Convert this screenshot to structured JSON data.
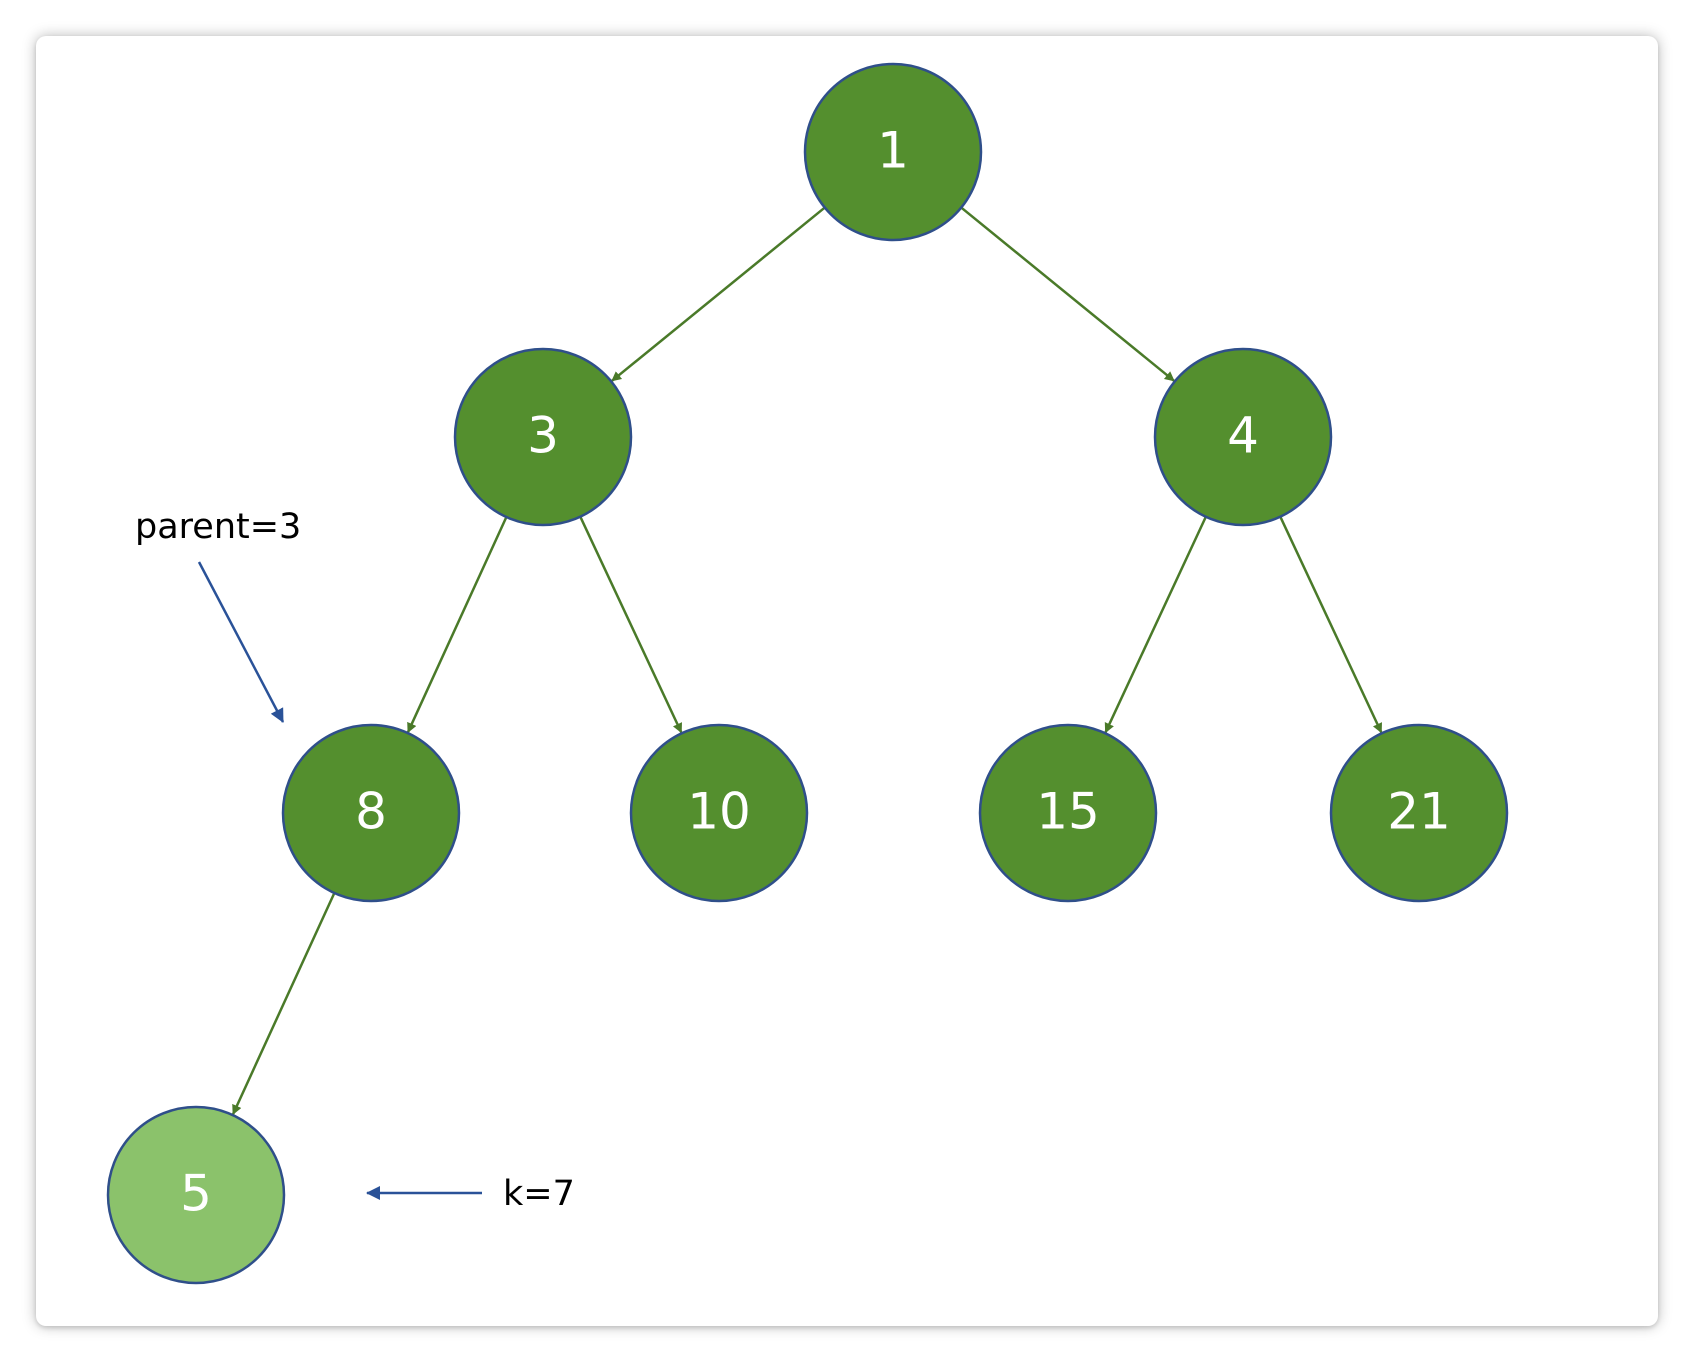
{
  "diagram": {
    "nodes": [
      {
        "id": "n1",
        "label": "1",
        "highlight": false
      },
      {
        "id": "n3",
        "label": "3",
        "highlight": false
      },
      {
        "id": "n4",
        "label": "4",
        "highlight": false
      },
      {
        "id": "n8",
        "label": "8",
        "highlight": false
      },
      {
        "id": "n10",
        "label": "10",
        "highlight": false
      },
      {
        "id": "n15",
        "label": "15",
        "highlight": false
      },
      {
        "id": "n21",
        "label": "21",
        "highlight": false
      },
      {
        "id": "n5",
        "label": "5",
        "highlight": true
      }
    ],
    "edges": [
      {
        "from": "n1",
        "to": "n3"
      },
      {
        "from": "n1",
        "to": "n4"
      },
      {
        "from": "n3",
        "to": "n8"
      },
      {
        "from": "n3",
        "to": "n10"
      },
      {
        "from": "n4",
        "to": "n15"
      },
      {
        "from": "n4",
        "to": "n21"
      },
      {
        "from": "n8",
        "to": "n5"
      }
    ],
    "annotations": {
      "parent_label": "parent=3",
      "k_label": "k=7"
    },
    "colors": {
      "node_fill": "#548f2e",
      "node_highlight_fill": "#8bc26b",
      "node_stroke": "#2f4f8a",
      "edge": "#4a7a29",
      "pointer_arrow": "#2a5298",
      "node_text": "#ffffff"
    }
  }
}
